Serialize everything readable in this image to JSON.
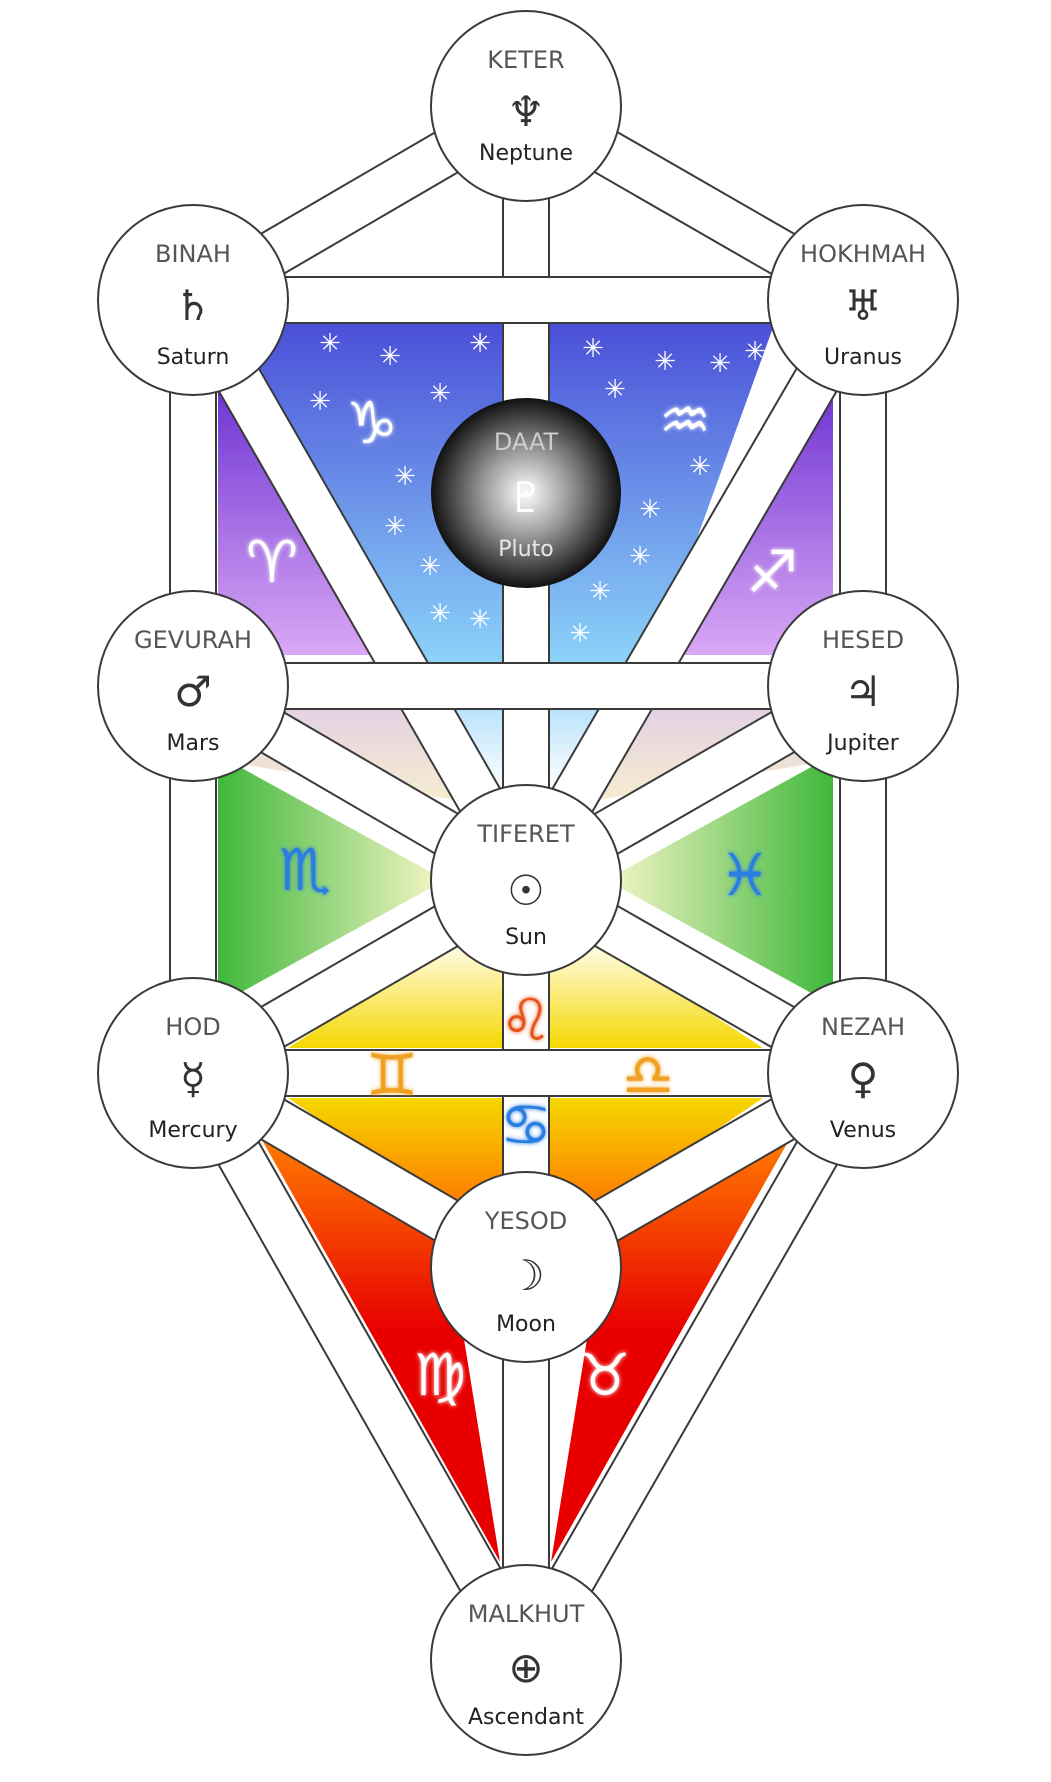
{
  "nodes": {
    "keter": {
      "title": "KETER",
      "glyph": "♆",
      "planet": "Neptune"
    },
    "binah": {
      "title": "BINAH",
      "glyph": "♄",
      "planet": "Saturn"
    },
    "hokhmah": {
      "title": "HOKHMAH",
      "glyph": "♅",
      "planet": "Uranus"
    },
    "daat": {
      "title": "DAAT",
      "glyph": "♇",
      "planet": "Pluto"
    },
    "gevurah": {
      "title": "GEVURAH",
      "glyph": "♂",
      "planet": "Mars"
    },
    "hesed": {
      "title": "HESED",
      "glyph": "♃",
      "planet": "Jupiter"
    },
    "tiferet": {
      "title": "TIFERET",
      "glyph": "☉",
      "planet": "Sun"
    },
    "hod": {
      "title": "HOD",
      "glyph": "☿",
      "planet": "Mercury"
    },
    "nezah": {
      "title": "NEZAH",
      "glyph": "♀",
      "planet": "Venus"
    },
    "yesod": {
      "title": "YESOD",
      "glyph": "☽",
      "planet": "Moon"
    },
    "malkhut": {
      "title": "MALKHUT",
      "glyph": "⊕",
      "planet": "Ascendant"
    }
  },
  "zodiac": {
    "capricorn": {
      "glyph": "♑",
      "color": "#ffffff"
    },
    "aquarius": {
      "glyph": "♒",
      "color": "#ffffff"
    },
    "aries": {
      "glyph": "♈",
      "color": "#ffffff"
    },
    "sagittarius": {
      "glyph": "♐",
      "color": "#ffffff"
    },
    "scorpio": {
      "glyph": "♏",
      "color": "#2a7de1"
    },
    "pisces": {
      "glyph": "♓",
      "color": "#2a7de1"
    },
    "leo": {
      "glyph": "♌",
      "color": "#e8541c"
    },
    "gemini": {
      "glyph": "♊",
      "color": "#f0a020"
    },
    "libra": {
      "glyph": "♎",
      "color": "#f0a020"
    },
    "cancer": {
      "glyph": "♋",
      "color": "#2a7de1"
    },
    "virgo": {
      "glyph": "♍",
      "color": "#ffffff"
    },
    "taurus": {
      "glyph": "♉",
      "color": "#ffffff"
    }
  },
  "colors": {
    "sky_top": "#4a4fd8",
    "sky_bottom": "#8ad0f8",
    "violet_top": "#6a2ed0",
    "violet_bottom": "#d9a8f5",
    "green": "#3fb83a",
    "pale_yellow": "#f8f6c8",
    "yellow": "#f5d800",
    "orange": "#ff7a00",
    "red": "#e80000",
    "daat_dark": "#111111"
  }
}
